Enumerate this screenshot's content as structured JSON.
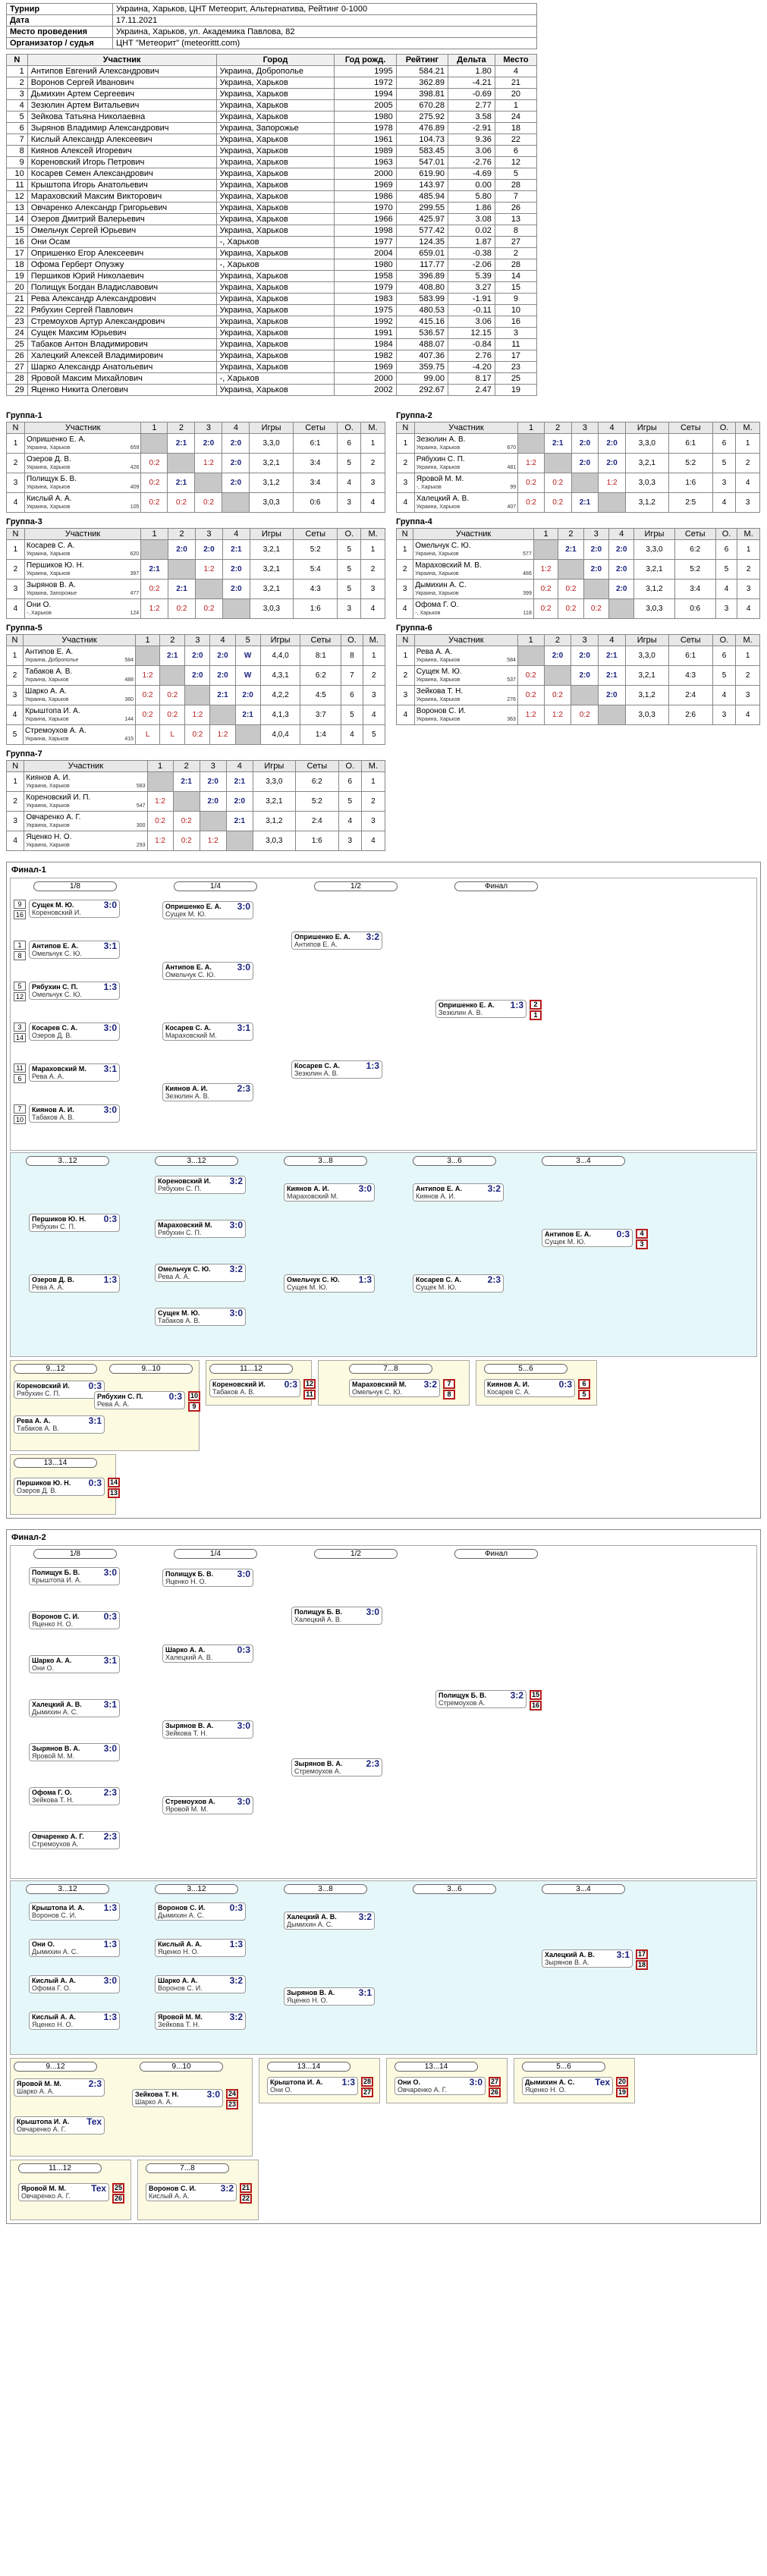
{
  "info": [
    [
      "Турнир",
      "Украина, Харьков, ЦНТ Метеорит, Альтернатива, Рейтинг 0-1000"
    ],
    [
      "Дата",
      "17.11.2021"
    ],
    [
      "Место проведения",
      "Украина, Харьков, ул. Академика Павлова, 82"
    ],
    [
      "Организатор / судья",
      "ЦНТ \"Метеорит\" (meteorittt.com)"
    ]
  ],
  "headers": [
    "N",
    "Участник",
    "Город",
    "Год рожд.",
    "Рейтинг",
    "Дельта",
    "Место"
  ],
  "players": [
    [
      "1",
      "Антипов Евгений Александрович",
      "Украина, Доброполье",
      "1995",
      "584.21",
      "1.80",
      "4"
    ],
    [
      "2",
      "Воронов Сергей Иванович",
      "Украина, Харьков",
      "1972",
      "362.89",
      "-4.21",
      "21"
    ],
    [
      "3",
      "Дьмихин Артем Сергеевич",
      "Украина, Харьков",
      "1994",
      "398.81",
      "-0.69",
      "20"
    ],
    [
      "4",
      "Зезюлин Артем Витальевич",
      "Украина, Харьков",
      "2005",
      "670.28",
      "2.77",
      "1"
    ],
    [
      "5",
      "Зейкова Татьяна Николаевна",
      "Украина, Харьков",
      "1980",
      "275.92",
      "3.58",
      "24"
    ],
    [
      "6",
      "Зырянов Владимир Александрович",
      "Украина, Запорожье",
      "1978",
      "476.89",
      "-2.91",
      "18"
    ],
    [
      "7",
      "Кислый Александр Алексеевич",
      "Украина, Харьков",
      "1961",
      "104.73",
      "9.36",
      "22"
    ],
    [
      "8",
      "Киянов Алексей Игоревич",
      "Украина, Харьков",
      "1989",
      "583.45",
      "3.06",
      "6"
    ],
    [
      "9",
      "Кореновский Игорь Петрович",
      "Украина, Харьков",
      "1963",
      "547.01",
      "-2.76",
      "12"
    ],
    [
      "10",
      "Косарев Семен Александрович",
      "Украина, Харьков",
      "2000",
      "619.90",
      "-4.69",
      "5"
    ],
    [
      "11",
      "Крыштопа Игорь Анатольевич",
      "Украина, Харьков",
      "1969",
      "143.97",
      "0.00",
      "28"
    ],
    [
      "12",
      "Мараховский Максим Викторович",
      "Украина, Харьков",
      "1986",
      "485.94",
      "5.80",
      "7"
    ],
    [
      "13",
      "Овчаренко Александр Григорьевич",
      "Украина, Харьков",
      "1970",
      "299.55",
      "1.86",
      "26"
    ],
    [
      "14",
      "Озеров Дмитрий Валерьевич",
      "Украина, Харьков",
      "1966",
      "425.97",
      "3.08",
      "13"
    ],
    [
      "15",
      "Омельчук Сергей Юрьевич",
      "Украина, Харьков",
      "1998",
      "577.42",
      "0.02",
      "8"
    ],
    [
      "16",
      "Они Осам",
      "-, Харьков",
      "1977",
      "124.35",
      "1.87",
      "27"
    ],
    [
      "17",
      "Опришенко Егор Алексеевич",
      "Украина, Харьков",
      "2004",
      "659.01",
      "-0.38",
      "2"
    ],
    [
      "18",
      "Офома Герберт Опуэжу",
      "-, Харьков",
      "1980",
      "117.77",
      "-2.06",
      "28"
    ],
    [
      "19",
      "Першиков Юрий Николаевич",
      "Украина, Харьков",
      "1958",
      "396.89",
      "5.39",
      "14"
    ],
    [
      "20",
      "Полищук Богдан Владиславович",
      "Украина, Харьков",
      "1979",
      "408.80",
      "3.27",
      "15"
    ],
    [
      "21",
      "Рева Александр Александрович",
      "Украина, Харьков",
      "1983",
      "583.99",
      "-1.91",
      "9"
    ],
    [
      "22",
      "Рябухин Сергей Павлович",
      "Украина, Харьков",
      "1975",
      "480.53",
      "-0.11",
      "10"
    ],
    [
      "23",
      "Стремоухов Артур Александрович",
      "Украина, Харьков",
      "1992",
      "415.16",
      "3.06",
      "16"
    ],
    [
      "24",
      "Сущек Максим Юрьевич",
      "Украина, Харьков",
      "1991",
      "536.57",
      "12.15",
      "3"
    ],
    [
      "25",
      "Табаков Антон Владимирович",
      "Украина, Харьков",
      "1984",
      "488.07",
      "-0.84",
      "11"
    ],
    [
      "26",
      "Халецкий Алексей Владимирович",
      "Украина, Харьков",
      "1982",
      "407.36",
      "2.76",
      "17"
    ],
    [
      "27",
      "Шарко Александр Анатольевич",
      "Украина, Харьков",
      "1969",
      "359.75",
      "-4.20",
      "23"
    ],
    [
      "28",
      "Яровой Максим Михайлович",
      "-, Харьков",
      "2000",
      "99.00",
      "8.17",
      "25"
    ],
    [
      "29",
      "Яценко Никита Олегович",
      "Украина, Харьков",
      "2002",
      "292.67",
      "2.47",
      "19"
    ]
  ],
  "group_headers": [
    "N",
    "Участник",
    "1",
    "2",
    "3",
    "4",
    "Игры",
    "Сеты",
    "О.",
    "М."
  ],
  "group_headers5": [
    "N",
    "Участник",
    "1",
    "2",
    "3",
    "4",
    "5",
    "Игры",
    "Сеты",
    "О.",
    "М."
  ],
  "groups": [
    {
      "title": "Группа-1",
      "rows": [
        [
          "1",
          "Опришенко Е. А.",
          "Украина, Харьков",
          "659",
          "",
          "2:1",
          "2:0",
          "2:0",
          "3,3,0",
          "6:1",
          "6",
          "1"
        ],
        [
          "2",
          "Озеров Д. В.",
          "Украина, Харьков",
          "426",
          "0:2",
          "",
          "1:2",
          "2:0",
          "3,2,1",
          "3:4",
          "5",
          "2"
        ],
        [
          "3",
          "Полищук Б. В.",
          "Украина, Харьков",
          "409",
          "0:2",
          "2:1",
          "",
          "2:0",
          "3,1,2",
          "3:4",
          "4",
          "3"
        ],
        [
          "4",
          "Кислый А. А.",
          "Украина, Харьков",
          "105",
          "0:2",
          "0:2",
          "0:2",
          "",
          "3,0,3",
          "0:6",
          "3",
          "4"
        ]
      ]
    },
    {
      "title": "Группа-2",
      "rows": [
        [
          "1",
          "Зезюлин А. В.",
          "Украина, Харьков",
          "670",
          "",
          "2:1",
          "2:0",
          "2:0",
          "3,3,0",
          "6:1",
          "6",
          "1"
        ],
        [
          "2",
          "Рябухин С. П.",
          "Украина, Харьков",
          "481",
          "1:2",
          "",
          "2:0",
          "2:0",
          "3,2,1",
          "5:2",
          "5",
          "2"
        ],
        [
          "3",
          "Яровой М. М.",
          "-, Харьков",
          "99",
          "0:2",
          "0:2",
          "",
          "1:2",
          "3,0,3",
          "1:6",
          "3",
          "4"
        ],
        [
          "4",
          "Халецкий А. В.",
          "Украина, Харьков",
          "407",
          "0:2",
          "0:2",
          "2:1",
          "",
          "3,1,2",
          "2:5",
          "4",
          "3"
        ]
      ]
    },
    {
      "title": "Группа-3",
      "rows": [
        [
          "1",
          "Косарев С. А.",
          "Украина, Харьков",
          "620",
          "",
          "2:0",
          "2:0",
          "2:1",
          "3,2,1",
          "5:2",
          "5",
          "1"
        ],
        [
          "2",
          "Першиков Ю. Н.",
          "Украина, Харьков",
          "397",
          "2:1",
          "",
          "1:2",
          "2:0",
          "3,2,1",
          "5:4",
          "5",
          "2"
        ],
        [
          "3",
          "Зырянов В. А.",
          "Украина, Запорожье",
          "477",
          "0:2",
          "2:1",
          "",
          "2:0",
          "3,2,1",
          "4:3",
          "5",
          "3"
        ],
        [
          "4",
          "Они О.",
          "-, Харьков",
          "124",
          "1:2",
          "0:2",
          "0:2",
          "",
          "3,0,3",
          "1:6",
          "3",
          "4"
        ]
      ]
    },
    {
      "title": "Группа-4",
      "rows": [
        [
          "1",
          "Омельчук С. Ю.",
          "Украина, Харьков",
          "577",
          "",
          "2:1",
          "2:0",
          "2:0",
          "3,3,0",
          "6:2",
          "6",
          "1"
        ],
        [
          "2",
          "Мараховский М. В.",
          "Украина, Харьков",
          "486",
          "1:2",
          "",
          "2:0",
          "2:0",
          "3,2,1",
          "5:2",
          "5",
          "2"
        ],
        [
          "3",
          "Дымихин А. С.",
          "Украина, Харьков",
          "399",
          "0:2",
          "0:2",
          "",
          "2:0",
          "3,1,2",
          "3:4",
          "4",
          "3"
        ],
        [
          "4",
          "Офома Г. О.",
          "-, Харьков",
          "118",
          "0:2",
          "0:2",
          "0:2",
          "",
          "3,0,3",
          "0:6",
          "3",
          "4"
        ]
      ]
    },
    {
      "title": "Группа-5",
      "five": true,
      "rows": [
        [
          "1",
          "Антипов Е. А.",
          "Украина, Доброполье",
          "584",
          "",
          "2:1",
          "2:0",
          "2:0",
          "W",
          "4,4,0",
          "8:1",
          "8",
          "1"
        ],
        [
          "2",
          "Табаков А. В.",
          "Украина, Харьков",
          "488",
          "1:2",
          "",
          "2:0",
          "2:0",
          "W",
          "4,3,1",
          "6:2",
          "7",
          "2"
        ],
        [
          "3",
          "Шарко А. А.",
          "Украина, Харьков",
          "360",
          "0:2",
          "0:2",
          "",
          "2:1",
          "2:0",
          "4,2,2",
          "4:5",
          "6",
          "3"
        ],
        [
          "4",
          "Крыштопа И. А.",
          "Украина, Харьков",
          "144",
          "0:2",
          "0:2",
          "1:2",
          "",
          "2:1",
          "4,1,3",
          "3:7",
          "5",
          "4"
        ],
        [
          "5",
          "Стремоухов А. А.",
          "Украина, Харьков",
          "415",
          "L",
          "L",
          "0:2",
          "1:2",
          "",
          "4,0,4",
          "1:4",
          "4",
          "5"
        ]
      ]
    },
    {
      "title": "Группа-6",
      "rows": [
        [
          "1",
          "Рева А. А.",
          "Украина, Харьков",
          "584",
          "",
          "2:0",
          "2:0",
          "2:1",
          "3,3,0",
          "6:1",
          "6",
          "1"
        ],
        [
          "2",
          "Сущек М. Ю.",
          "Украина, Харьков",
          "537",
          "0:2",
          "",
          "2:0",
          "2:1",
          "3,2,1",
          "4:3",
          "5",
          "2"
        ],
        [
          "3",
          "Зейкова Т. Н.",
          "Украина, Харьков",
          "276",
          "0:2",
          "0:2",
          "",
          "2:0",
          "3,1,2",
          "2:4",
          "4",
          "3"
        ],
        [
          "4",
          "Воронов С. И.",
          "Украина, Харьков",
          "363",
          "1:2",
          "1:2",
          "0:2",
          "",
          "3,0,3",
          "2:6",
          "3",
          "4"
        ]
      ]
    },
    {
      "title": "Группа-7",
      "rows": [
        [
          "1",
          "Киянов А. И.",
          "Украина, Харьков",
          "583",
          "",
          "2:1",
          "2:0",
          "2:1",
          "3,3,0",
          "6:2",
          "6",
          "1"
        ],
        [
          "2",
          "Кореновский И. П.",
          "Украина, Харьков",
          "547",
          "1:2",
          "",
          "2:0",
          "2:0",
          "3,2,1",
          "5:2",
          "5",
          "2"
        ],
        [
          "3",
          "Овчаренко А. Г.",
          "Украина, Харьков",
          "300",
          "0:2",
          "0:2",
          "",
          "2:1",
          "3,1,2",
          "2:4",
          "4",
          "3"
        ],
        [
          "4",
          "Яценко Н. О.",
          "Украина, Харьков",
          "293",
          "1:2",
          "0:2",
          "1:2",
          "",
          "3,0,3",
          "1:6",
          "3",
          "4"
        ]
      ]
    }
  ],
  "final1": {
    "title": "Финал-1",
    "stages": [
      "1/8",
      "1/4",
      "1/2",
      "Финал"
    ],
    "stages2": [
      "3...12",
      "3...12",
      "3...8",
      "3...6",
      "3...4"
    ],
    "stages3": [
      "9...12",
      "9...10",
      "11...12",
      "7...8",
      "5...6"
    ],
    "stages4": [
      "13...14"
    ],
    "r1": [
      {
        "a": "Сущек М. Ю.",
        "b": "Кореновский И.",
        "s": "3:0",
        "sa": "9",
        "sb": "16"
      },
      {
        "a": "Антипов Е. А.",
        "b": "Омельчук С. Ю.",
        "s": "3:1",
        "sa": "1",
        "sb": "8"
      },
      {
        "a": "Рябухин С. П.",
        "b": "Омельчук С. Ю.",
        "s": "1:3",
        "sa": "5",
        "sb": "12"
      },
      {
        "a": "Косарев С. А.",
        "b": "Озеров Д. В.",
        "s": "3:0",
        "sa": "3",
        "sb": "14"
      },
      {
        "a": "Мараховский М.",
        "b": "Рева А. А.",
        "s": "3:1",
        "sa": "11",
        "sb": "6"
      },
      {
        "a": "Киянов А. И.",
        "b": "Табаков А. В.",
        "s": "3:0",
        "sa": "7",
        "sb": "10"
      }
    ],
    "r2": [
      {
        "a": "Опришенко Е. А.",
        "b": "Сущек М. Ю.",
        "s": "3:0"
      },
      {
        "a": "Антипов Е. А.",
        "b": "Омельчук С. Ю.",
        "s": "3:0"
      },
      {
        "a": "Косарев С. А.",
        "b": "Мараховский М.",
        "s": "3:1"
      },
      {
        "a": "Киянов А. И.",
        "b": "Зезюлин А. В.",
        "s": "2:3"
      }
    ],
    "r3": [
      {
        "a": "Опришенко Е. А.",
        "b": "Антипов Е. А.",
        "s": "3:2"
      },
      {
        "a": "Косарев С. А.",
        "b": "Зезюлин А. В.",
        "s": "1:3"
      }
    ],
    "r4": {
      "a": "Опришенко Е. А.",
      "b": "Зезюлин А. В.",
      "s": "1:3",
      "pa": "2",
      "pb": "1"
    },
    "c1": [
      {
        "a": "Першиков Ю. Н.",
        "b": "Рябухин С. П.",
        "s": "0:3"
      },
      {
        "a": "Озеров Д. В.",
        "b": "Рева А. А.",
        "s": "1:3"
      }
    ],
    "c2": [
      {
        "a": "Кореновский И.",
        "b": "Рябухин С. П.",
        "s": "3:2"
      },
      {
        "a": "Мараховский М.",
        "b": "Рябухин С. П.",
        "s": "3:0"
      },
      {
        "a": "Омельчук С. Ю.",
        "b": "Рева А. А.",
        "s": "3:2"
      },
      {
        "a": "Сущек М. Ю.",
        "b": "Табаков А. В.",
        "s": "3:0"
      }
    ],
    "c3": [
      {
        "a": "Киянов А. И.",
        "b": "Мараховский М.",
        "s": "3:0"
      },
      {
        "a": "Омельчук С. Ю.",
        "b": "Сущек М. Ю.",
        "s": "1:3"
      }
    ],
    "c4": [
      {
        "a": "Антипов Е. А.",
        "b": "Киянов А. И.",
        "s": "3:2"
      },
      {
        "a": "Косарев С. А.",
        "b": "Сущек М. Ю.",
        "s": "2:3"
      }
    ],
    "c5": {
      "a": "Антипов Е. А.",
      "b": "Сущек М. Ю.",
      "s": "0:3",
      "pa": "4",
      "pb": "3"
    },
    "y1": [
      {
        "a": "Кореновский И.",
        "b": "Рябухин С. П.",
        "s": "0:3"
      },
      {
        "a": "Рева А. А.",
        "b": "Табаков А. В.",
        "s": "3:1"
      }
    ],
    "y2": {
      "a": "Рябухин С. П.",
      "b": "Рева А. А.",
      "s": "0:3",
      "pa": "10",
      "pb": "9"
    },
    "y3": {
      "a": "Кореновский И.",
      "b": "Табаков А. В.",
      "s": "0:3",
      "pa": "12",
      "pb": "11"
    },
    "y4": {
      "a": "Мараховский М.",
      "b": "Омельчук С. Ю.",
      "s": "3:2",
      "pa": "7",
      "pb": "8"
    },
    "y5": {
      "a": "Киянов А. И.",
      "b": "Косарев С. А.",
      "s": "0:3",
      "pa": "6",
      "pb": "5"
    },
    "y6": {
      "a": "Першиков Ю. Н.",
      "b": "Озеров Д. В.",
      "s": "0:3",
      "pa": "14",
      "pb": "13"
    }
  },
  "final2": {
    "title": "Финал-2",
    "r1": [
      {
        "a": "Полищук Б. В.",
        "b": "Крыштопа И. А.",
        "s": "3:0"
      },
      {
        "a": "Воронов С. И.",
        "b": "Яценко Н. О.",
        "s": "0:3"
      },
      {
        "a": "Шарко А. А.",
        "b": "Они О.",
        "s": "3:1"
      },
      {
        "a": "Халецкий А. В.",
        "b": "Дымихин А. С.",
        "s": "3:1"
      },
      {
        "a": "Зырянов В. А.",
        "b": "Яровой М. М.",
        "s": "3:0"
      },
      {
        "a": "Офома Г. О.",
        "b": "Зейкова Т. Н.",
        "s": "2:3"
      },
      {
        "a": "Овчаренко А. Г.",
        "b": "Стремоухов А.",
        "s": "2:3"
      }
    ],
    "r2": [
      {
        "a": "Полищук Б. В.",
        "b": "Яценко Н. О.",
        "s": "3:0"
      },
      {
        "a": "Шарко А. А.",
        "b": "Халецкий А. В.",
        "s": "0:3"
      },
      {
        "a": "Зырянов В. А.",
        "b": "Зейкова Т. Н.",
        "s": "3:0"
      },
      {
        "a": "Стремоухов А.",
        "b": "Яровой М. М.",
        "s": "3:0"
      }
    ],
    "r3": [
      {
        "a": "Полищук Б. В.",
        "b": "Халецкий А. В.",
        "s": "3:0"
      },
      {
        "a": "Зырянов В. А.",
        "b": "Стремоухов А.",
        "s": "2:3"
      }
    ],
    "r4": {
      "a": "Полищук Б. В.",
      "b": "Стремоухов А.",
      "s": "3:2",
      "pa": "15",
      "pb": "16"
    },
    "c1": [
      {
        "a": "Крыштопа И. А.",
        "b": "Воронов С. И.",
        "s": "1:3"
      },
      {
        "a": "Они О.",
        "b": "Дымихин А. С.",
        "s": "1:3"
      },
      {
        "a": "Кислый А. А.",
        "b": "Офома Г. О.",
        "s": "3:0"
      },
      {
        "a": "Кислый А. А.",
        "b": "Яценко Н. О.",
        "s": "1:3"
      }
    ],
    "c2": [
      {
        "a": "Воронов С. И.",
        "b": "Дымихин А. С.",
        "s": "0:3"
      },
      {
        "a": "Кислый А. А.",
        "b": "Яценко Н. О.",
        "s": "1:3"
      },
      {
        "a": "Шарко А. А.",
        "b": "Воронов С. И.",
        "s": "3:2"
      },
      {
        "a": "Яровой М. М.",
        "b": "Зейкова Т. Н.",
        "s": "3:2"
      }
    ],
    "c3": [
      {
        "a": "Халецкий А. В.",
        "b": "Дымихин А. С.",
        "s": "3:2"
      },
      {
        "a": "Зырянов В. А.",
        "b": "Яценко Н. О.",
        "s": "3:1"
      }
    ],
    "c4": {
      "a": "Халецкий А. В.",
      "b": "Зырянов В. А.",
      "s": "3:1",
      "pa": "17",
      "pb": "18"
    },
    "y1": [
      {
        "a": "Яровой М. М.",
        "b": "Шарко А. А.",
        "s": "2:3"
      },
      {
        "a": "Крыштопа И. А.",
        "b": "Овчаренко А. Г.",
        "s": "Тех"
      }
    ],
    "y2": {
      "a": "Зейкова Т. Н.",
      "b": "Шарко А. А.",
      "s": "3:0",
      "pa": "24",
      "pb": "23"
    },
    "y3": {
      "a": "Крыштопа И. А.",
      "b": "Они О.",
      "s": "1:3",
      "pa": "28",
      "pb": "27"
    },
    "y4": {
      "a": "Они О.",
      "b": "Овчаренко А. Г.",
      "s": "3:0",
      "pa": "27",
      "pb": "26"
    },
    "y5": {
      "a": "Дымихин А. С.",
      "b": "Яценко Н. О.",
      "s": "Тех",
      "pa": "20",
      "pb": "19"
    },
    "y6": {
      "a": "Яровой М. М.",
      "b": "Овчаренко А. Г.",
      "s": "Тех",
      "pa": "25",
      "pb": "26"
    },
    "y7": {
      "a": "Воронов С. И.",
      "b": "Кислый А. А.",
      "s": "3:2",
      "pa": "21",
      "pb": "22"
    },
    "stages3": [
      "9...12",
      "9...10",
      "13...14",
      "13...14",
      "5...6",
      "11...12",
      "7...8"
    ]
  }
}
